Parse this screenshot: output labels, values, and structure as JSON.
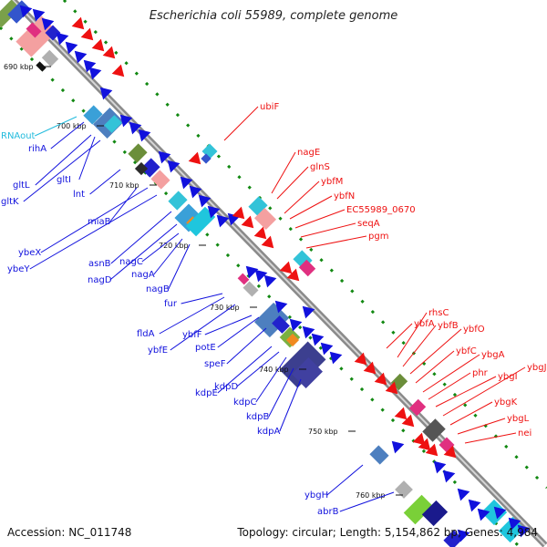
{
  "title": "Escherichia coli 55989, complete genome",
  "footer": {
    "accession": "Accession: NC_011748",
    "summary": "Topology: circular; Length: 5,154,862 bp; Genes: 4,984"
  },
  "colors": {
    "backbone": "#8a8a8a",
    "gene_left": "#1111dd",
    "gene_right": "#ee1111",
    "rna_label": "#22bbdd",
    "dots": "#118811"
  },
  "ticks": [
    "690 kbp",
    "700 kbp",
    "710 kbp",
    "720 kbp",
    "730 kbp",
    "740 kbp",
    "750 kbp",
    "760 kbp"
  ],
  "left_labels": [
    "RNAout",
    "rihA",
    "gltL",
    "gltI",
    "gltK",
    "lnt",
    "miaB",
    "ybeX",
    "ybeY",
    "asnB",
    "nagD",
    "nagC",
    "nagA",
    "nagB",
    "fur",
    "fldA",
    "ybfE",
    "ybfF",
    "potE",
    "speF",
    "kdpE",
    "kdpD",
    "kdpC",
    "kdpB",
    "kdpA",
    "ybgH",
    "abrB"
  ],
  "right_labels": [
    "ubiF",
    "nagE",
    "glnS",
    "ybfM",
    "ybfN",
    "EC55989_0670",
    "seqA",
    "pgm",
    "ybfA",
    "rhsC",
    "ybfB",
    "ybfO",
    "ybfC",
    "ybgA",
    "phr",
    "ybgI",
    "ybgJ",
    "ybgK",
    "ybgL",
    "nei"
  ]
}
